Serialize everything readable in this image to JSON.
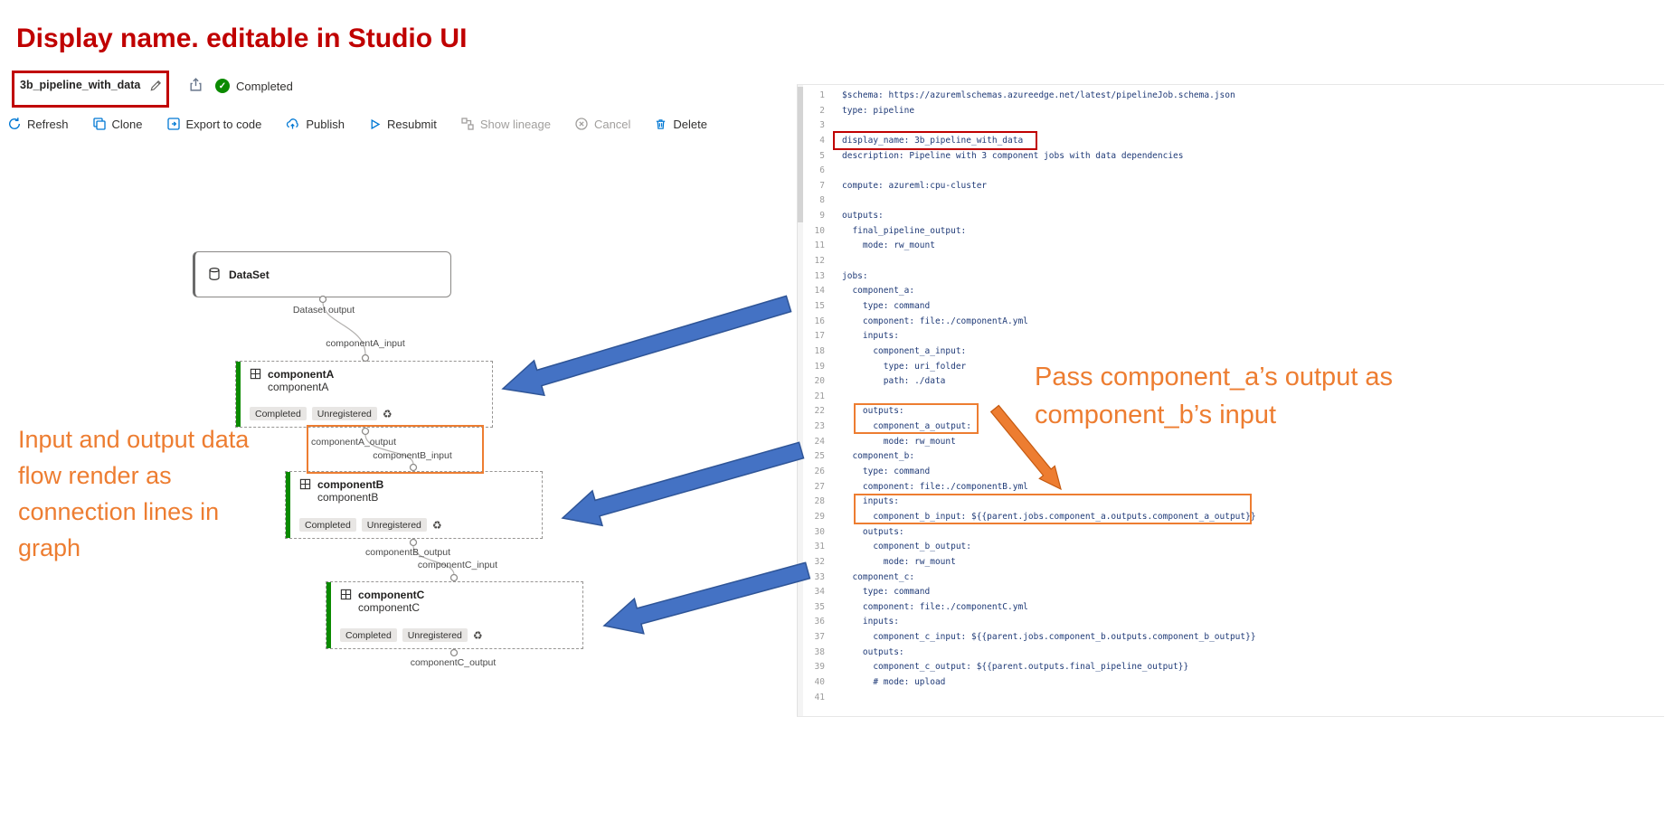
{
  "annotations": {
    "heading": "Display name. editable in Studio UI",
    "left_note": "Input and output data flow render as connection lines in graph",
    "right_note": "Pass component_a’s output as component_b’s input"
  },
  "header": {
    "title": "3b_pipeline_with_data",
    "status": "Completed"
  },
  "toolbar": {
    "items": [
      {
        "label": "Refresh",
        "icon": "refresh-icon",
        "enabled": true
      },
      {
        "label": "Clone",
        "icon": "clone-icon",
        "enabled": true
      },
      {
        "label": "Export to code",
        "icon": "export-code-icon",
        "enabled": true
      },
      {
        "label": "Publish",
        "icon": "publish-cloud-icon",
        "enabled": true
      },
      {
        "label": "Resubmit",
        "icon": "resubmit-play-icon",
        "enabled": true
      },
      {
        "label": "Show lineage",
        "icon": "lineage-icon",
        "enabled": false
      },
      {
        "label": "Cancel",
        "icon": "cancel-icon",
        "enabled": false
      },
      {
        "label": "Delete",
        "icon": "delete-trash-icon",
        "enabled": true
      }
    ]
  },
  "graph": {
    "dataset_node": {
      "title": "DataSet"
    },
    "nodes": [
      {
        "title": "componentA",
        "subtitle": "componentA"
      },
      {
        "title": "componentB",
        "subtitle": "componentB"
      },
      {
        "title": "componentC",
        "subtitle": "componentC"
      }
    ],
    "badges": {
      "status": "Completed",
      "registration": "Unregistered"
    },
    "edge_labels": {
      "dataset_output": "Dataset output",
      "a_input": "componentA_input",
      "a_output": "componentA_output",
      "b_input": "componentB_input",
      "b_output": "componentB_output",
      "c_input": "componentC_input",
      "c_output": "componentC_output"
    }
  },
  "code": {
    "lines": [
      "$schema: https://azuremlschemas.azureedge.net/latest/pipelineJob.schema.json",
      "type: pipeline",
      "",
      "display_name: 3b_pipeline_with_data",
      "description: Pipeline with 3 component jobs with data dependencies",
      "",
      "compute: azureml:cpu-cluster",
      "",
      "outputs:",
      "  final_pipeline_output:",
      "    mode: rw_mount",
      "",
      "jobs:",
      "  component_a:",
      "    type: command",
      "    component: file:./componentA.yml",
      "    inputs:",
      "      component_a_input:",
      "        type: uri_folder",
      "        path: ./data",
      "",
      "    outputs:",
      "      component_a_output:",
      "        mode: rw_mount",
      "  component_b:",
      "    type: command",
      "    component: file:./componentB.yml",
      "    inputs:",
      "      component_b_input: ${{parent.jobs.component_a.outputs.component_a_output}}",
      "    outputs:",
      "      component_b_output:",
      "        mode: rw_mount",
      "  component_c:",
      "    type: command",
      "    component: file:./componentC.yml",
      "    inputs:",
      "      component_c_input: ${{parent.jobs.component_b.outputs.component_b_output}}",
      "    outputs:",
      "      component_c_output: ${{parent.outputs.final_pipeline_output}}",
      "      # mode: upload",
      ""
    ]
  },
  "colors": {
    "annotation_red": "#c00000",
    "annotation_orange": "#ed7d31",
    "arrow_blue": "#4472c4",
    "status_green": "#0b8a00",
    "toolbar_icon_blue": "#0078d4"
  }
}
